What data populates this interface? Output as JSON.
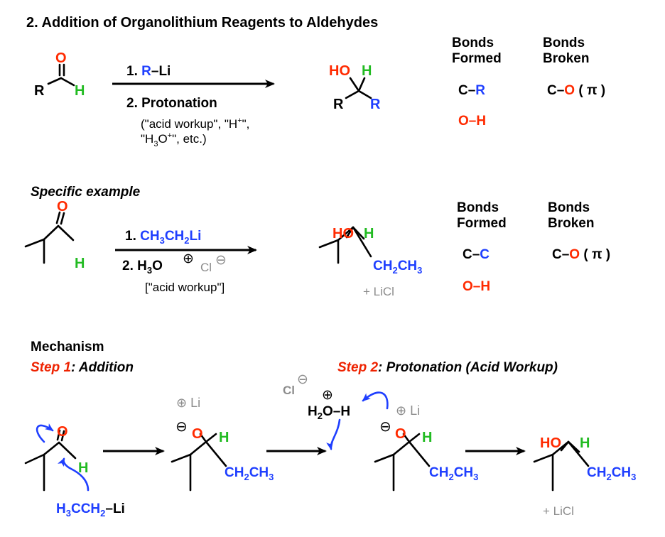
{
  "colors": {
    "black": "#000000",
    "red": "#ff2a00",
    "green": "#22bb22",
    "blue": "#1f3fff",
    "gray": "#8c8c8c",
    "step_red": "#ee2200"
  },
  "header": {
    "title": "2. Addition of Organolithium Reagents to Aldehydes"
  },
  "general": {
    "aldehyde": {
      "R": "R",
      "O": "O",
      "H": "H"
    },
    "reagent_1_num": "1.",
    "reagent_1_R": "R",
    "reagent_1_Li": "–Li",
    "reagent_2": "2. Protonation",
    "note_1": "(\"acid workup\", \"H",
    "note_1_sup": "+",
    "note_1_end": "\",",
    "note_2_a": "\"H",
    "note_2_sub": "3",
    "note_2_b": "O",
    "note_2_sup": "+",
    "note_2_c": "\", etc.)",
    "product": {
      "HO": "HO",
      "H": "H",
      "R_left": "R",
      "R_right": "R"
    },
    "bonds_formed_1": "Bonds",
    "bonds_formed_2": "Formed",
    "bonds_broken_1": "Bonds",
    "bonds_broken_2": "Broken",
    "formed_1_C": "C–",
    "formed_1_R": "R",
    "formed_2": "O–H",
    "broken_1_C": "C–",
    "broken_1_O": "O",
    "broken_1_pi": "( π )"
  },
  "example": {
    "heading": "Specific example",
    "reagent_1_num": "1.",
    "reagent_1_a": "CH",
    "reagent_1_sub1": "3",
    "reagent_1_b": "CH",
    "reagent_1_sub2": "2",
    "reagent_1_c": "Li",
    "reagent_2_a": "2. H",
    "reagent_2_sub": "3",
    "reagent_2_b": "O",
    "plus_charge": "⊕",
    "chloride": "Cl",
    "minus_charge": "⊖",
    "note": "[\"acid workup\"]",
    "aldehyde_O": "O",
    "aldehyde_H": "H",
    "product_HO": "HO",
    "product_H": "H",
    "product_chain_a": "CH",
    "product_chain_sub1": "2",
    "product_chain_b": "CH",
    "product_chain_sub2": "3",
    "byproduct": "+ LiCl",
    "bonds_formed_1": "Bonds",
    "bonds_formed_2": "Formed",
    "bonds_broken_1": "Bonds",
    "bonds_broken_2": "Broken",
    "formed_1_C": "C–",
    "formed_1_C2": "C",
    "formed_2": "O–H",
    "broken_1_C": "C–",
    "broken_1_O": "O",
    "broken_1_pi": "( π )"
  },
  "mechanism": {
    "heading": "Mechanism",
    "step1_label": "Step 1",
    "step1_name": ": Addition",
    "step2_label": "Step 2",
    "step2_name": ": Protonation (Acid Workup)",
    "ald_O": "O",
    "ald_H": "H",
    "reagent_a": "H",
    "reagent_sub1": "3",
    "reagent_b": "CCH",
    "reagent_sub2": "2",
    "reagent_c": "–Li",
    "alkoxide_minus": "⊖",
    "alkoxide_O": "O",
    "alkoxide_H": "H",
    "alkoxide_chain_a": "CH",
    "alkoxide_chain_sub1": "2",
    "alkoxide_chain_b": "CH",
    "alkoxide_chain_sub2": "3",
    "li_plus": "⊕",
    "li": "Li",
    "cl": "Cl",
    "cl_minus": "⊖",
    "water_plus": "⊕",
    "water_a": "H",
    "water_sub": "2",
    "water_b": "O–H",
    "final_HO": "HO",
    "final_H": "H",
    "final_chain_a": "CH",
    "final_chain_sub1": "2",
    "final_chain_b": "CH",
    "final_chain_sub2": "3",
    "final_byproduct": "+ LiCl"
  }
}
